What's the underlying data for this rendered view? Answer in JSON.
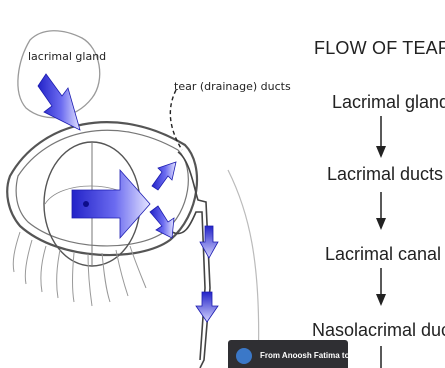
{
  "diagram": {
    "labels": {
      "lacrimal_gland": "lacrimal gland",
      "tear_ducts": "tear (drainage) ducts"
    }
  },
  "flow": {
    "title": "FLOW OF TEARS",
    "steps": [
      "Lacrimal gland",
      "Lacrimal ducts",
      "Lacrimal canal",
      "Nasolacrimal duct"
    ]
  },
  "notification": {
    "text": "From Anoosh Fatima to..."
  },
  "colors": {
    "arrow_blue": "#2b2bd6",
    "arrow_light": "#c9c9ff",
    "outline": "#555555"
  }
}
